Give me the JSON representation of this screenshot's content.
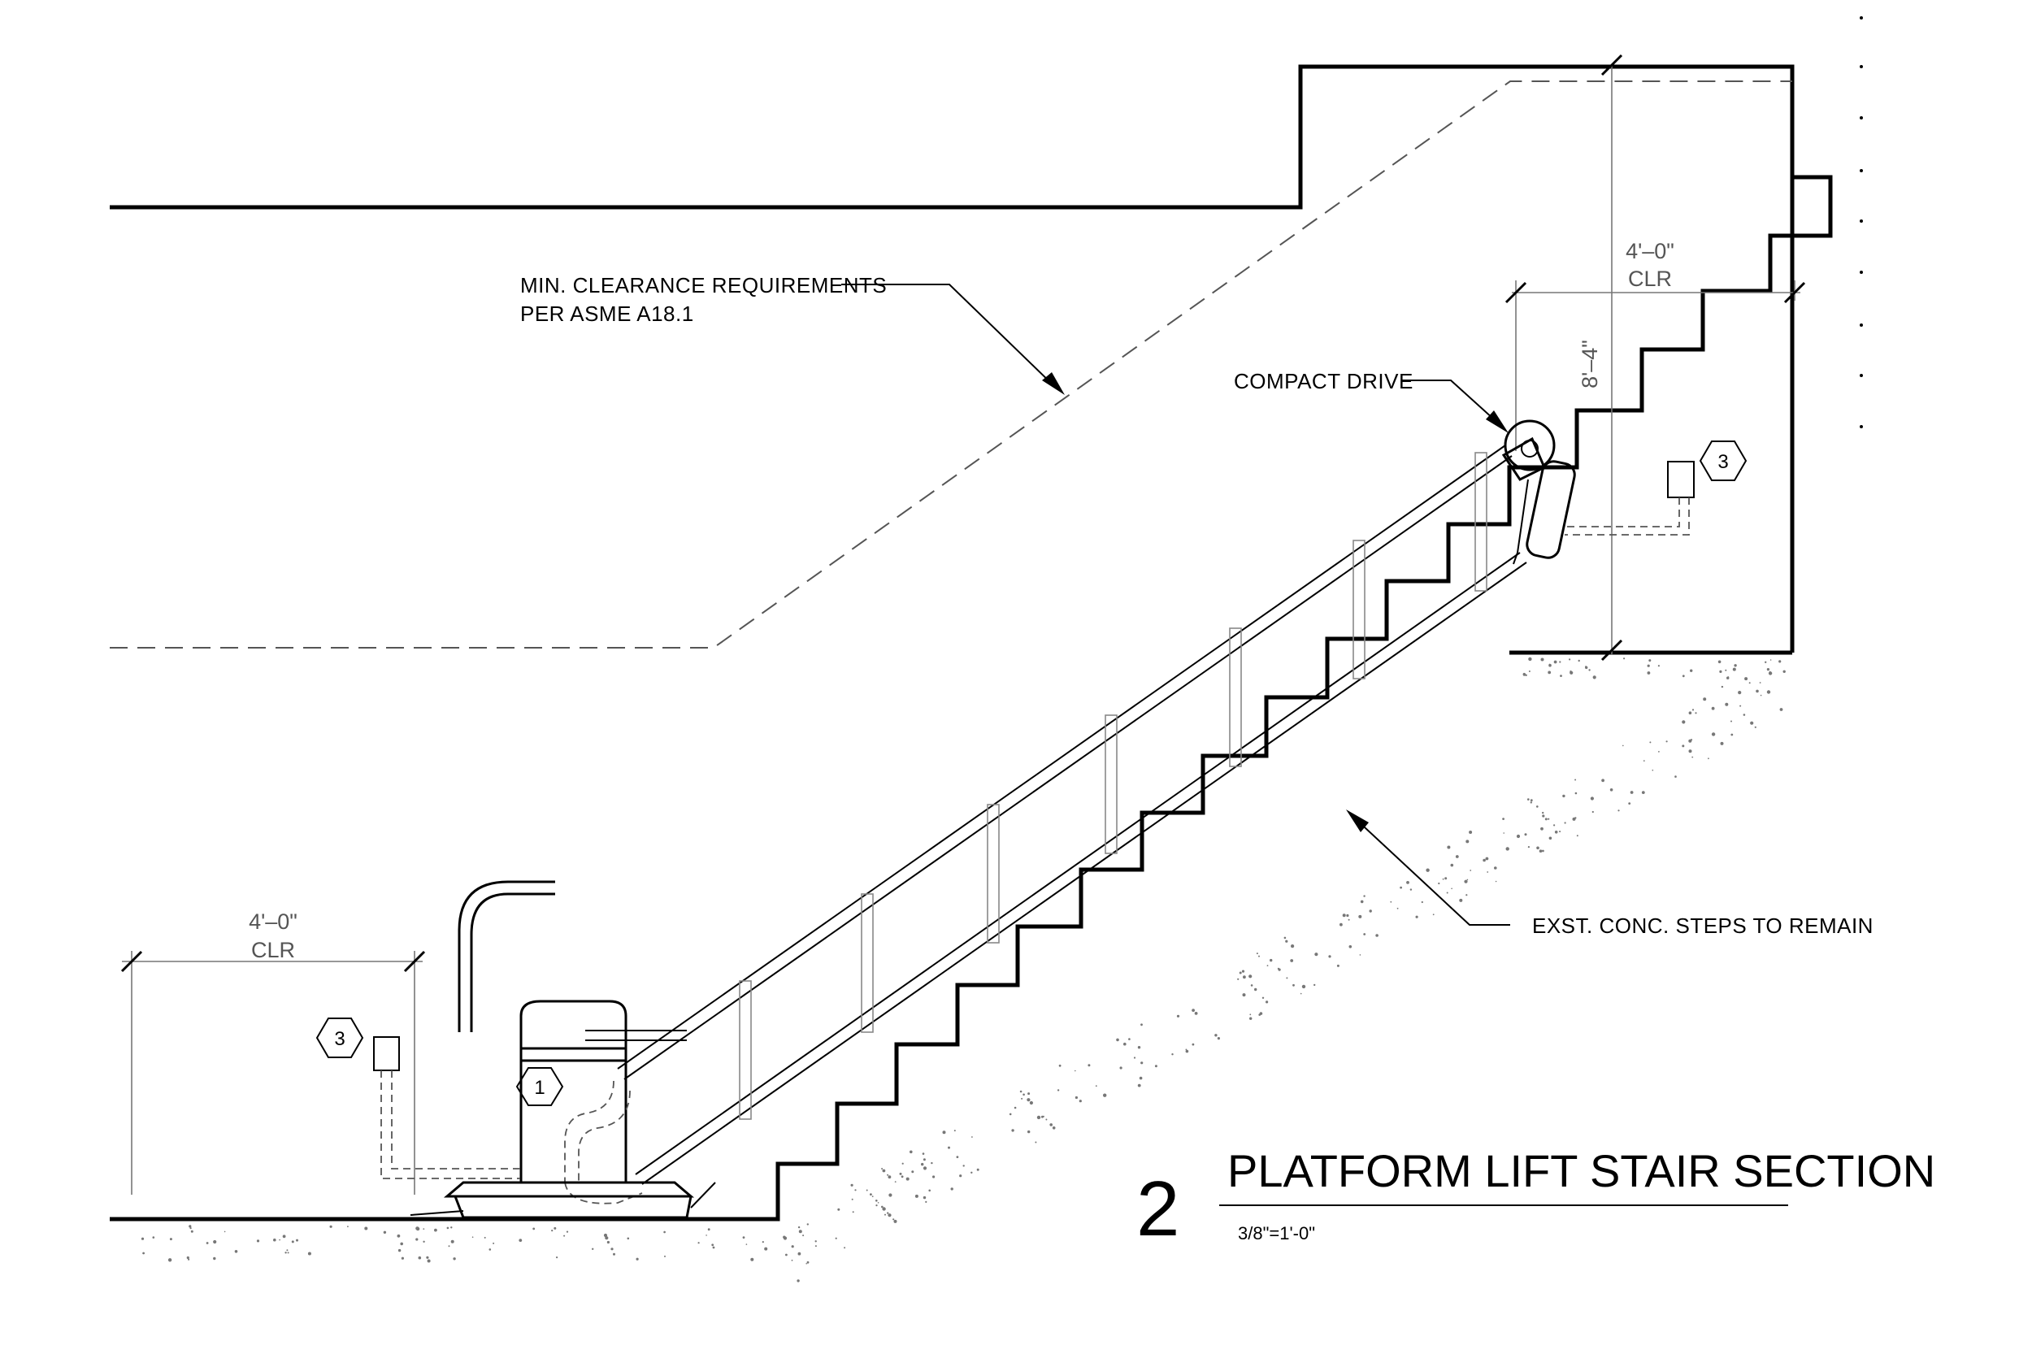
{
  "notes": {
    "clearance_line1": "MIN. CLEARANCE REQUIREMENTS",
    "clearance_line2": "PER ASME A18.1",
    "compact_drive": "COMPACT DRIVE",
    "steps": "EXST. CONC. STEPS TO REMAIN"
  },
  "dimensions": {
    "top_clear_value": "4'–0\"",
    "top_clear_unit": "CLR",
    "height_value": "8'–4\"",
    "bottom_clear_value": "4'–0\"",
    "bottom_clear_unit": "CLR"
  },
  "tags": {
    "lift_unit": "1",
    "control_upper": "3",
    "control_lower": "3"
  },
  "title_block": {
    "number": "2",
    "title": "PLATFORM LIFT STAIR SECTION",
    "scale": "3/8\"=1'-0\""
  }
}
